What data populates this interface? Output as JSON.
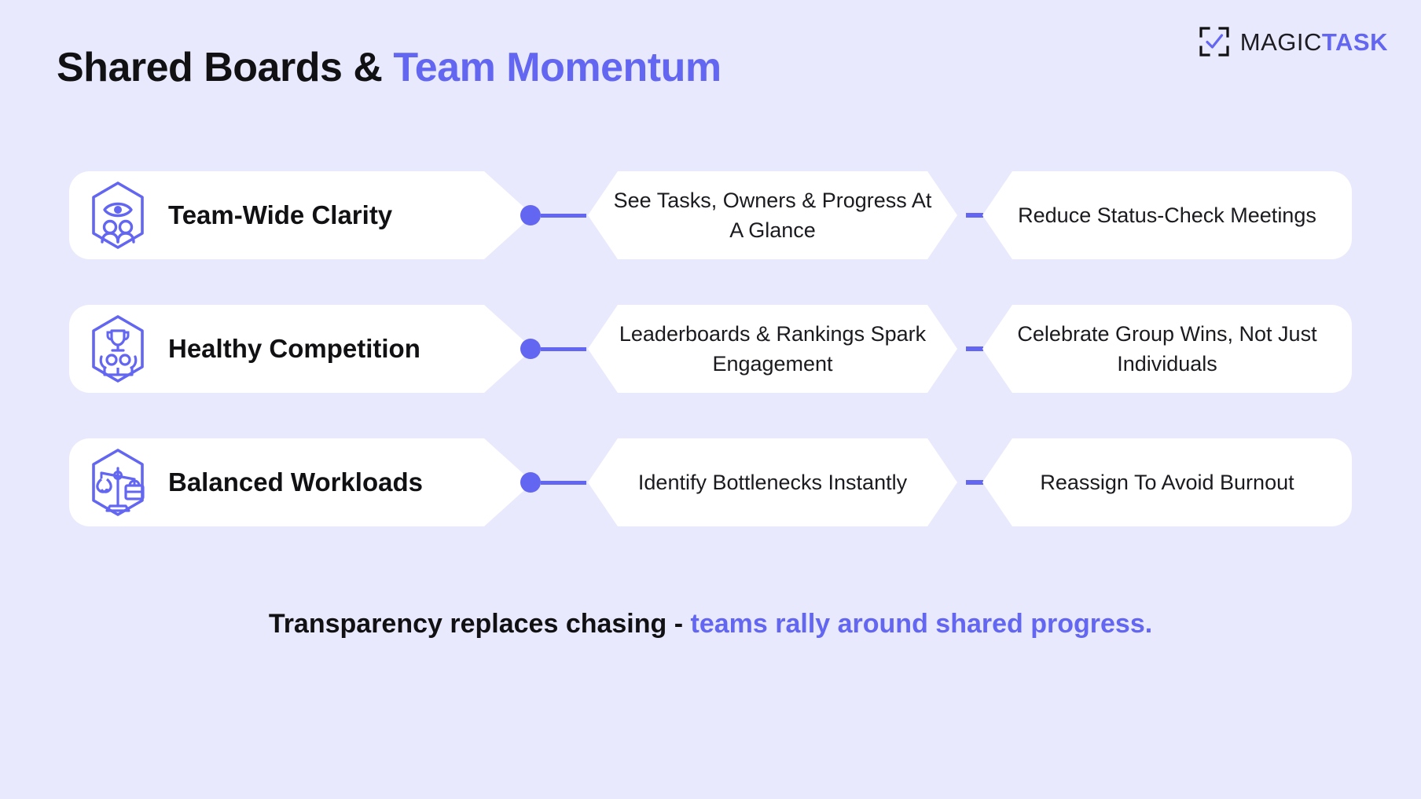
{
  "background_color": "#e9e9fd",
  "accent_color": "#6366f1",
  "header": {
    "title_plain": "Shared Boards & ",
    "title_accent": "Team Momentum",
    "brand": {
      "icon": "checkbox-frame-icon",
      "word_light": "MAGIC",
      "word_bold": "TASK"
    }
  },
  "rows": [
    {
      "icon": "eye-over-two-people-icon",
      "label": "Team-Wide Clarity",
      "middle": "See Tasks, Owners & Progress At A Glance",
      "right": "Reduce Status-Check Meetings"
    },
    {
      "icon": "trophy-over-celebrating-people-icon",
      "label": "Healthy Competition",
      "middle": "Leaderboards & Rankings Spark Engagement",
      "right": "Celebrate Group Wins, Not Just Individuals"
    },
    {
      "icon": "balance-scale-heart-briefcase-icon",
      "label": "Balanced Workloads",
      "middle": "Identify Bottlenecks Instantly",
      "right": "Reassign To Avoid Burnout"
    }
  ],
  "footer": {
    "tagline_plain": "Transparency replaces chasing - ",
    "tagline_accent": "teams rally around shared progress."
  }
}
